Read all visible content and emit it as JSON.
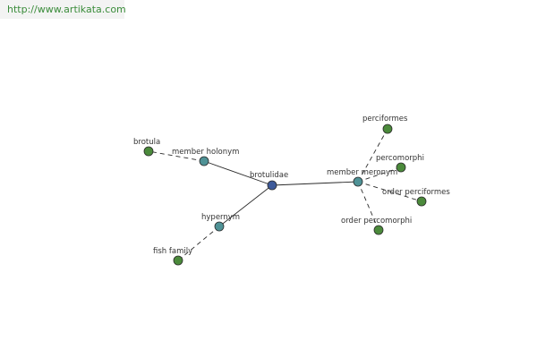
{
  "site": {
    "url": "http://www.artikata.com"
  },
  "colors": {
    "center": "#3d5a9a",
    "relation": "#4f9296",
    "leaf": "#4b8a3b",
    "stroke": "#2a2a2a",
    "url": "#3a8c3a"
  },
  "graph": {
    "center": {
      "label": "brotulidae"
    },
    "relations": [
      {
        "label": "member holonym",
        "leaves": [
          {
            "label": "brotula"
          }
        ]
      },
      {
        "label": "hypernym",
        "leaves": [
          {
            "label": "fish family"
          }
        ]
      },
      {
        "label": "member meronym",
        "leaves": [
          {
            "label": "perciformes"
          },
          {
            "label": "percomorphi"
          },
          {
            "label": "order perciformes"
          },
          {
            "label": "order percomorphi"
          }
        ]
      }
    ]
  }
}
